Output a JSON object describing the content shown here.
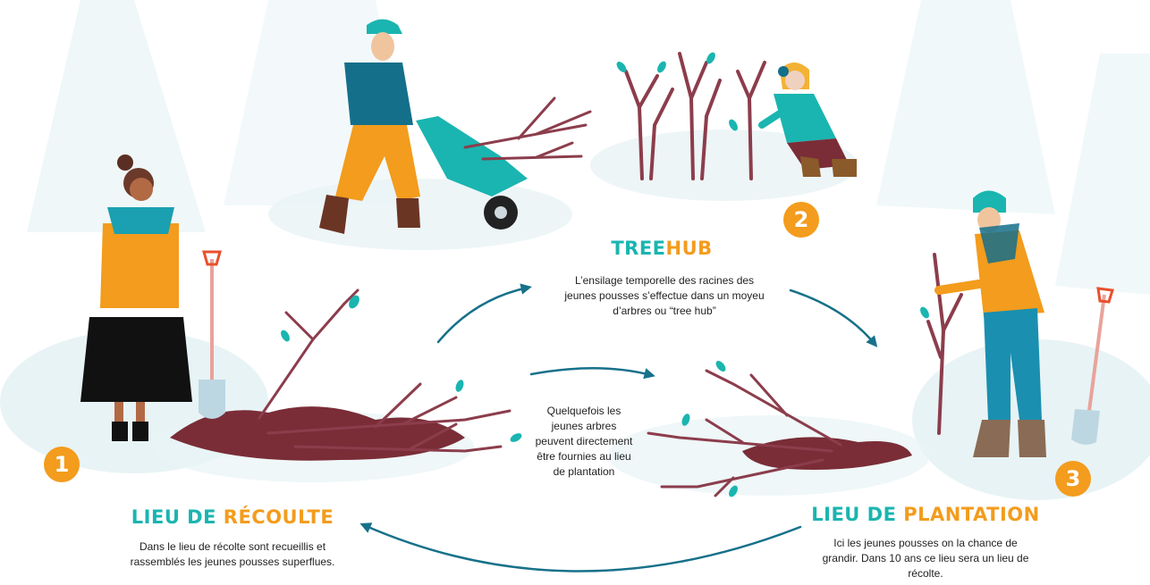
{
  "colors": {
    "teal": "#1ab5b0",
    "orange": "#f39c1d",
    "arrow": "#17718a",
    "stem": "#8c3d4c",
    "soil": "#7a2d37",
    "snow": "#e8f3f5"
  },
  "stations": [
    {
      "number": "1",
      "title_part1": "LIEU DE ",
      "title_part2": "RÉCOULTE",
      "description": "Dans le lieu de récolte sont recueillis et rassemblés les jeunes pousses superflues."
    },
    {
      "number": "2",
      "title_part1": "TREE",
      "title_part2": "HUB",
      "description": "L’ensilage temporelle des racines des jeunes pousses s’effectue dans un moyeu d’arbres ou “tree hub”"
    },
    {
      "number": "3",
      "title_part1": "LIEU DE ",
      "title_part2": "PLANTATION",
      "description": "Ici les jeunes pousses on la chance de grandir. Dans 10 ans ce lieu sera un lieu de récolte."
    }
  ],
  "direct_note": "Quelquefois les jeunes arbres peuvent directement être fournies au lieu de plantation",
  "flow": [
    {
      "from": "1",
      "to": "2"
    },
    {
      "from": "2",
      "to": "3"
    },
    {
      "from": "1",
      "to": "3"
    },
    {
      "from": "3",
      "to": "1"
    }
  ],
  "icons": [
    "woman-with-shovel-icon",
    "man-with-wheelbarrow-icon",
    "worker-planting-icon",
    "gardener-with-shovel-icon",
    "uprooted-saplings-icon",
    "sapling-row-icon"
  ]
}
